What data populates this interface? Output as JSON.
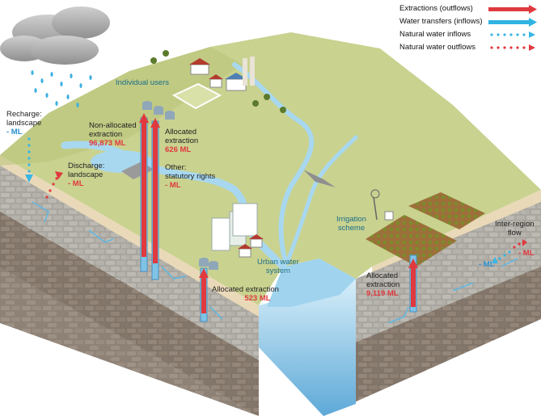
{
  "legend": {
    "extractions": "Extractions (outflows)",
    "transfers": "Water transfers (inflows)",
    "natural_inflows": "Natural water inflows",
    "natural_outflows": "Natural water outflows"
  },
  "labels": {
    "individual_users": "Individual users",
    "recharge_title_1": "Recharge:",
    "recharge_title_2": "landscape",
    "recharge_value": "- ML",
    "discharge_title_1": "Discharge:",
    "discharge_title_2": "landscape",
    "discharge_value": "- ML",
    "nonalloc_1": "Non-allocated",
    "nonalloc_2": "extraction",
    "nonalloc_value": "96,873 ML",
    "alloc1_1": "Allocated",
    "alloc1_2": "extraction",
    "alloc1_value": "626 ML",
    "other_1": "Other:",
    "other_2": "statutory rights",
    "other_value": "- ML",
    "urban_1": "Urban water",
    "urban_2": "system",
    "alloc2_title": "Allocated extraction",
    "alloc2_value": "523 ML",
    "irrigation_1": "Irrigation",
    "irrigation_2": "scheme",
    "alloc3_1": "Allocated",
    "alloc3_2": "extraction",
    "alloc3_value": "9,119 ML",
    "interregion_1": "Inter-region",
    "interregion_2": "flow",
    "interregion_in": "- ML",
    "interregion_out": "- ML"
  },
  "colors": {
    "extraction_red": "#e0393e",
    "transfer_blue": "#2fb3e3",
    "inflow_blue": "#39b6e4",
    "outflow_red": "#e0393e",
    "land_green": "#c9d28f",
    "water": "#7fc3e6"
  }
}
